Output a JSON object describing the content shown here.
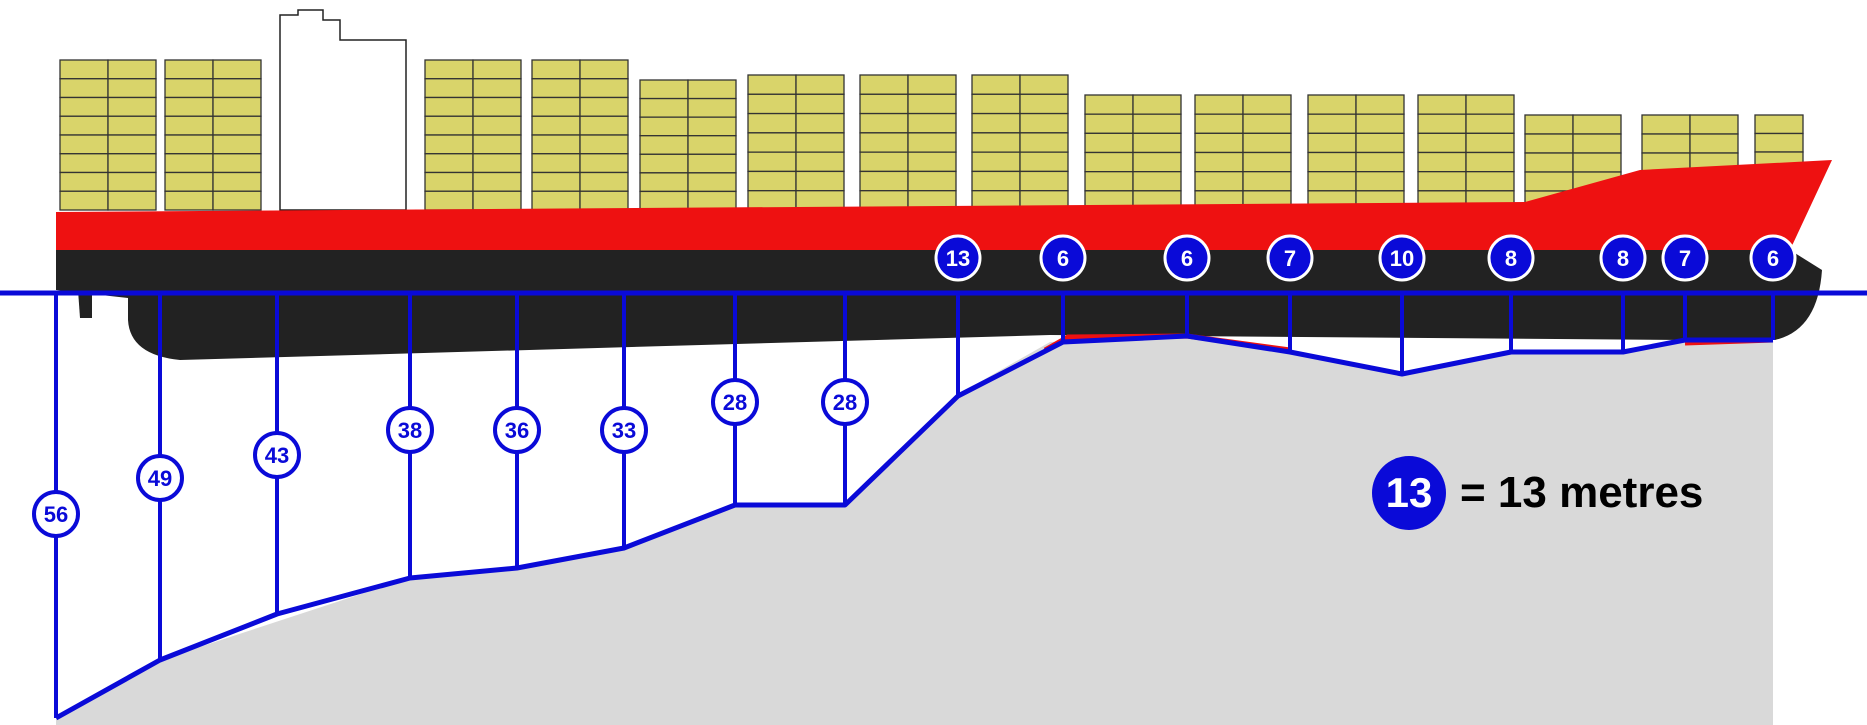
{
  "colors": {
    "water_line": "#0a0ad8",
    "seabed": "#d9d9d9",
    "hull_red": "#ee1111",
    "hull_black": "#222222",
    "container": "#d9d46a",
    "container_stroke": "#333333",
    "badge_fill": "#0a0ad8",
    "badge_text": "#ffffff"
  },
  "ship": {
    "bow_depths": [
      13,
      6,
      6,
      7,
      10,
      8,
      8,
      7,
      6
    ]
  },
  "stern_depths": [
    56,
    49,
    43,
    38,
    36,
    33,
    28,
    28
  ],
  "legend": {
    "badge_value": "13",
    "text": "= 13 metres"
  }
}
